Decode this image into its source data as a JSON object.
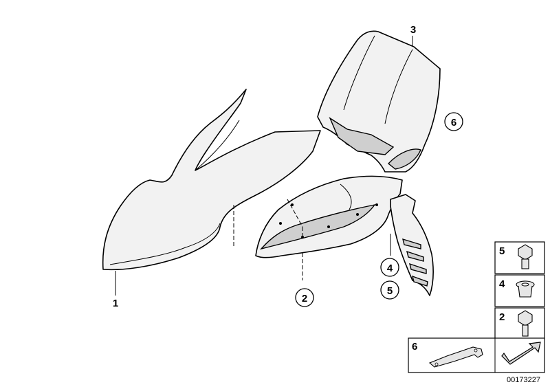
{
  "callouts": {
    "part_1": "1",
    "part_2": "2",
    "part_3": "3",
    "part_4": "4",
    "part_5": "5",
    "part_6": "6"
  },
  "legend": [
    {
      "label": "5",
      "icon": "hex-bolt-with-flange-icon"
    },
    {
      "label": "4",
      "icon": "rubber-grommet-icon"
    },
    {
      "label": "2",
      "icon": "hex-bolt-icon"
    }
  ],
  "inset": {
    "label": "6",
    "icon": "mounting-bracket-icon",
    "arrow_icon": "direction-arrow-icon"
  },
  "reference_number": "00173227"
}
